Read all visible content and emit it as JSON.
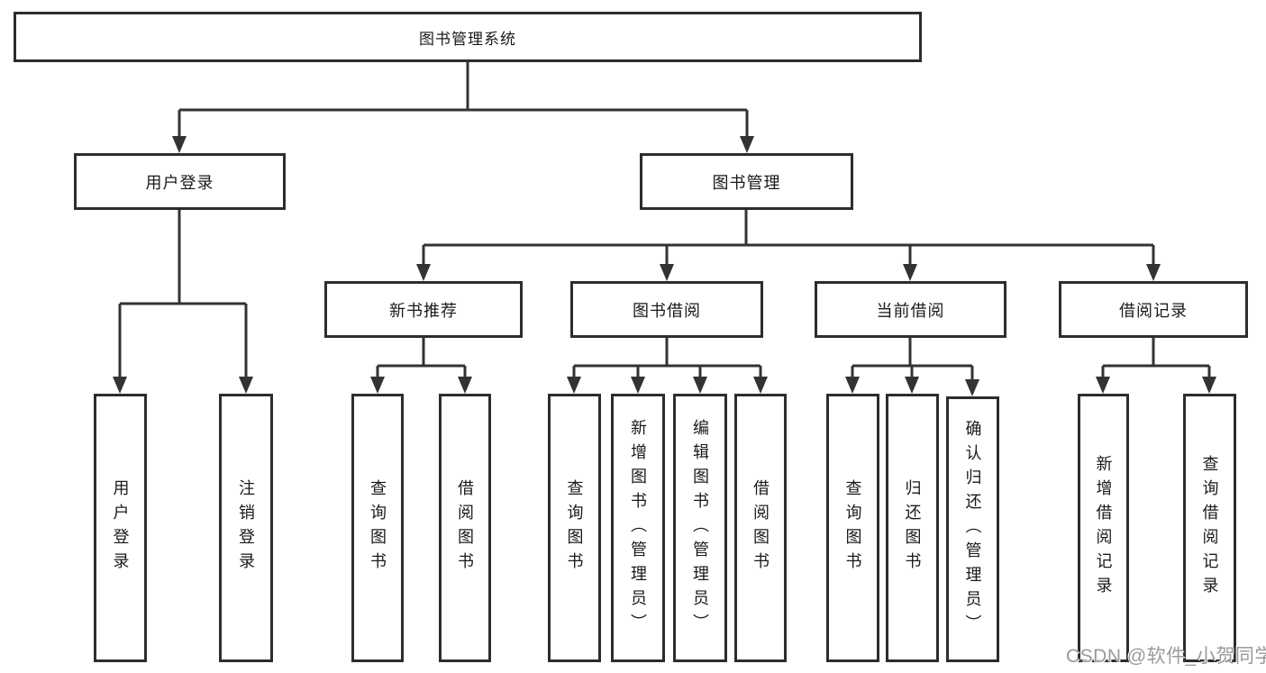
{
  "diagram_title": "图书管理系统",
  "nodes": {
    "root": {
      "label": "图书管理系统"
    },
    "user_login": {
      "label": "用户登录"
    },
    "book_mgmt": {
      "label": "图书管理"
    },
    "new_book_rec": {
      "label": "新书推荐"
    },
    "book_borrow": {
      "label": "图书借阅"
    },
    "current_borrow": {
      "label": "当前借阅"
    },
    "borrow_records": {
      "label": "借阅记录"
    },
    "leaf_user_login": {
      "label": "用户登录"
    },
    "leaf_logout": {
      "label": "注销登录"
    },
    "leaf_nbr_query": {
      "label": "查询图书"
    },
    "leaf_nbr_borrow": {
      "label": "借阅图书"
    },
    "leaf_bb_query": {
      "label": "查询图书"
    },
    "leaf_bb_add": {
      "label": "新增图书（管理员）"
    },
    "leaf_bb_edit": {
      "label": "编辑图书（管理员）"
    },
    "leaf_bb_borrow": {
      "label": "借阅图书"
    },
    "leaf_cb_query": {
      "label": "查询图书"
    },
    "leaf_cb_return": {
      "label": "归还图书"
    },
    "leaf_cb_confirm": {
      "label": "确认归还（管理员）"
    },
    "leaf_br_add": {
      "label": "新增借阅记录"
    },
    "leaf_br_query": {
      "label": "查询借阅记录"
    }
  },
  "hierarchy": {
    "图书管理系统": {
      "用户登录": [
        "用户登录",
        "注销登录"
      ],
      "图书管理": {
        "新书推荐": [
          "查询图书",
          "借阅图书"
        ],
        "图书借阅": [
          "查询图书",
          "新增图书（管理员）",
          "编辑图书（管理员）",
          "借阅图书"
        ],
        "当前借阅": [
          "查询图书",
          "归还图书",
          "确认归还（管理员）"
        ],
        "借阅记录": [
          "新增借阅记录",
          "查询借阅记录"
        ]
      }
    }
  },
  "colors": {
    "background": "#ffffff",
    "box_fill": "#ffffff",
    "box_border": "#2d2d2d",
    "line": "#333333",
    "text": "#1a1a1a",
    "watermark": "#9a9a9a"
  },
  "watermark": {
    "text": "CSDN @软件_小贺同学"
  }
}
